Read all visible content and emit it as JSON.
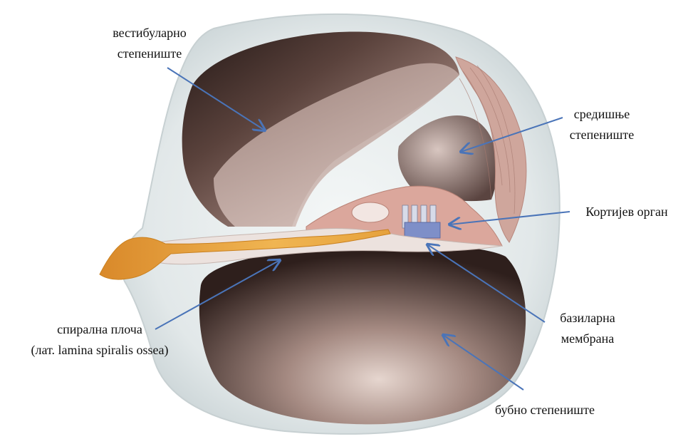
{
  "labels": {
    "vestibular": {
      "line1": "вестибуларно",
      "line2": "степениште"
    },
    "median": {
      "line1": "средишње",
      "line2": "степениште"
    },
    "corti": "Кортијев орган",
    "basilar": {
      "line1": "базиларна",
      "line2": "мембрана"
    },
    "tympanic": "бубно степениште",
    "spiral": {
      "line1": "спирална плоча",
      "line2": "(лат. lamina spiralis ossea)"
    }
  },
  "colors": {
    "arrow": "#4a74b8",
    "bone": "#e4e9ea",
    "cavity_dark": "#3a2a26",
    "cavity_light": "#d7c3bd",
    "nerve": "#e9a93f",
    "tissue": "#d9a9a0"
  }
}
